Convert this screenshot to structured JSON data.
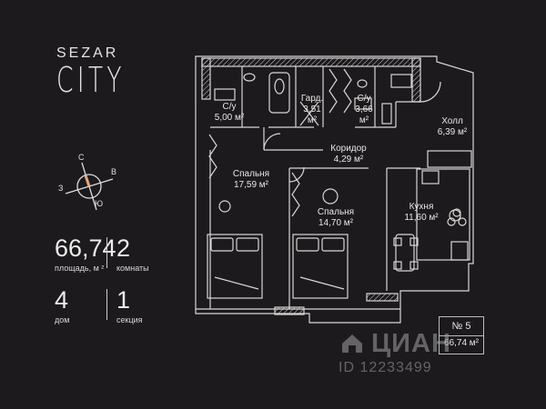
{
  "brand": {
    "logo_top": "SEZAR",
    "logo_bottom": "CITY"
  },
  "compass": {
    "n": "С",
    "e": "В",
    "s": "Ю",
    "w": "З"
  },
  "stats": {
    "area_value": "66,74",
    "area_label": "площадь, м ²",
    "rooms_value": "2",
    "rooms_label": "комнаты",
    "house_value": "4",
    "house_label": "дом",
    "section_value": "1",
    "section_label": "секция"
  },
  "rooms": {
    "bath1_name": "С/у",
    "bath1_area": "5,00 м²",
    "ward_name": "Гард.",
    "ward_area": "3,51",
    "ward_unit": "м²",
    "bath2_name": "С/у",
    "bath2_area": "3,66",
    "bath2_unit": "м²",
    "hall_name": "Холл",
    "hall_area": "6,39 м²",
    "corr_name": "Коридор",
    "corr_area": "4,29 м²",
    "bed1_name": "Спальня",
    "bed1_area": "17,59 м²",
    "bed2_name": "Спальня",
    "bed2_area": "14,70 м²",
    "kitchen_name": "Кухня",
    "kitchen_area": "11,60 м²"
  },
  "badge": {
    "number": "№ 5",
    "area": "66,74 м²"
  },
  "watermark": {
    "brand": "ЦИАН",
    "id": "ID 12233499"
  },
  "colors": {
    "background": "#1c1a1c",
    "lines": "#d9d6d6"
  }
}
